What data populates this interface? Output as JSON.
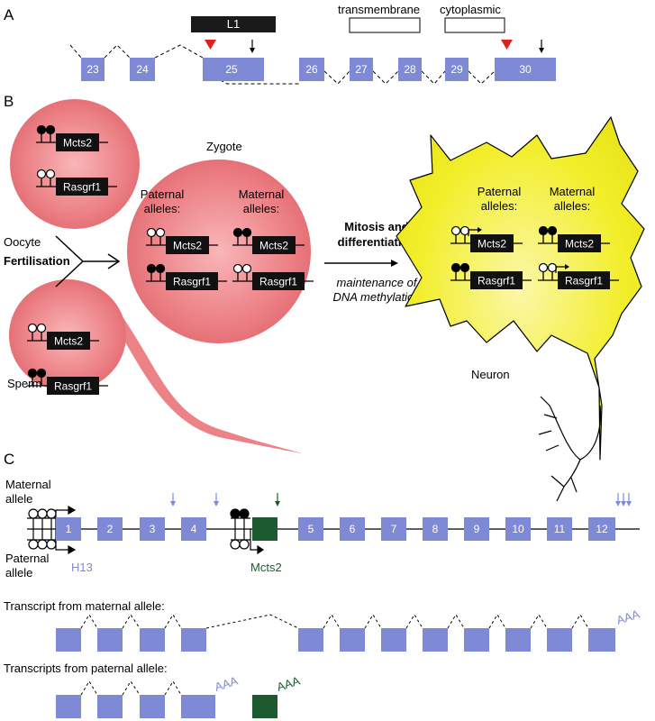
{
  "panel_a": {
    "letter": "A",
    "exons": [
      "23",
      "24",
      "25",
      "26",
      "27",
      "28",
      "29",
      "30"
    ],
    "domains": {
      "l1": "L1",
      "transmembrane": "transmembrane",
      "cytoplasmic": "cytoplasmic"
    }
  },
  "panel_b": {
    "letter": "B",
    "oocyte": "Oocyte",
    "sperm": "Sperm",
    "fertilisation": "Fertilisation",
    "zygote": "Zygote",
    "zygote_paternal": [
      "Paternal",
      "alleles:"
    ],
    "zygote_maternal": [
      "Maternal",
      "alleles:"
    ],
    "mitosis": [
      "Mitosis and",
      "differentiation"
    ],
    "maintenance": [
      "maintenance of",
      "DNA methylation"
    ],
    "neuron": "Neuron",
    "neuron_paternal": [
      "Paternal",
      "alleles:"
    ],
    "neuron_maternal": [
      "Maternal",
      "alleles:"
    ],
    "genes": {
      "mcts2": "Mcts2",
      "rasgrf1": "Rasgrf1"
    }
  },
  "panel_c": {
    "letter": "C",
    "maternal_allele": [
      "Maternal",
      "allele"
    ],
    "paternal_allele": [
      "Paternal",
      "allele"
    ],
    "exons": [
      "1",
      "2",
      "3",
      "4",
      "5",
      "6",
      "7",
      "8",
      "9",
      "10",
      "11",
      "12"
    ],
    "h13": "H13",
    "mcts2": "Mcts2",
    "transcript_maternal": "Transcript from maternal allele:",
    "transcripts_paternal": "Transcripts from paternal allele:",
    "polya": "AAA"
  },
  "colors": {
    "exon": "#7e8ad6",
    "mcts2_exon": "#1e5a30",
    "cell_red": "#e87a7f",
    "neuron_yellow": "#f2ee2a",
    "marker_red": "#e0201c"
  }
}
